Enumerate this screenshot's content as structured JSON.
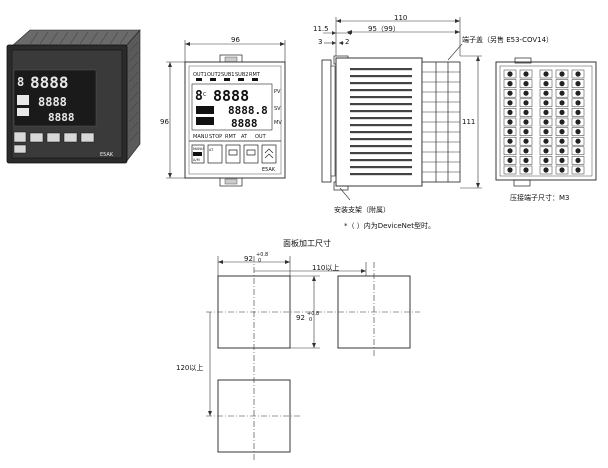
{
  "photo": {
    "panel_label": "E5AK"
  },
  "front_view": {
    "width_label": "96",
    "height_label": "96",
    "panel_label": "E5AK",
    "status_labels": [
      "OUT1",
      "OUT2",
      "SUB1",
      "SUB2",
      "RMT"
    ],
    "row_labels": [
      "PV",
      "SV",
      "MV"
    ],
    "display_values": [
      "8888",
      "8888.8",
      "8888"
    ],
    "channel_value": "8",
    "channel_prefix": "C",
    "bottom_labels": [
      "MANU",
      "STOP",
      "RMT",
      "AT",
      "OUT"
    ],
    "keys": [
      "MANU",
      "A/M",
      "AT"
    ]
  },
  "side_view": {
    "total_depth": "110",
    "depth_label": "95（99）",
    "rear_thickness": "11.5",
    "left_dim_a": "3",
    "left_dim_b": "2",
    "height_label": "111",
    "terminal_cover": "端子盖（另售 E53-COV14）",
    "bracket_label": "安装支架（附属）",
    "footnote": "*（ ）内为DeviceNet型时。"
  },
  "rear_view": {
    "terminal_label": "压接端子尺寸：M3"
  },
  "cutout": {
    "title": "面板加工尺寸",
    "width_label": "92",
    "width_tol_top": "+0.8",
    "width_tol_bot": "0",
    "height_label": "92",
    "height_tol_top": "+0.8",
    "height_tol_bot": "0",
    "spacing_h": "110以上",
    "spacing_v": "120以上"
  }
}
